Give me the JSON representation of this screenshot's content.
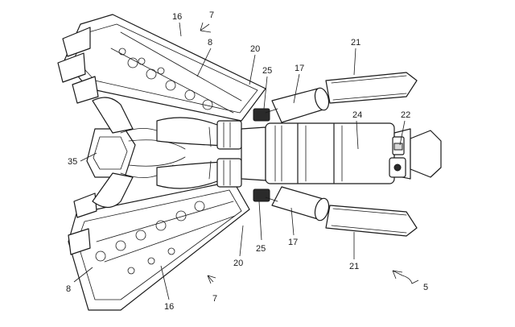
{
  "labels": {
    "l7_top": "7",
    "l16_top": "16",
    "l8_top": "8",
    "l20_top": "20",
    "l25_top": "25",
    "l17_top": "17",
    "l21_top": "21",
    "l24": "24",
    "l22": "22",
    "l35": "35",
    "l25_bot": "25",
    "l17_bot": "17",
    "l20_bot": "20",
    "l21_bot": "21",
    "l8_bot": "8",
    "l16_bot": "16",
    "l7_bot": "7",
    "l5": "5"
  }
}
